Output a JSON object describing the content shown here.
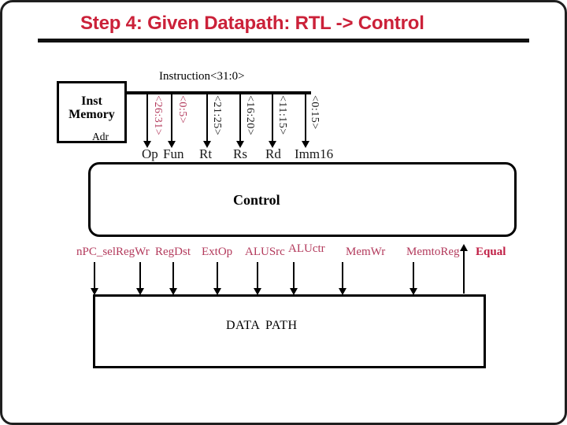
{
  "slide": {
    "title": "Step 4: Given Datapath: RTL -> Control"
  },
  "diagram": {
    "instruction_bus_label": "Instruction<31:0>",
    "inst_memory": {
      "line1": "Inst",
      "line2": "Memory",
      "port": "Adr"
    },
    "bit_fields": [
      {
        "range": "<26:31>",
        "field": "Op"
      },
      {
        "range": "<0:5>",
        "field": "Fun"
      },
      {
        "range": "<21:25>",
        "field": "Rt"
      },
      {
        "range": "<16:20>",
        "field": "Rs"
      },
      {
        "range": "<11:15>",
        "field": "Rd"
      },
      {
        "range": "<0:15>",
        "field": "Imm16"
      }
    ],
    "control_label": "Control",
    "signals": [
      "nPC_sel",
      "RegWr",
      "RegDst",
      "ExtOp",
      "ALUSrc",
      "ALUctr",
      "MemWr",
      "MemtoReg"
    ],
    "equal_label": "Equal",
    "datapath_label": "DATA PATH"
  },
  "colors": {
    "title_red": "#cb2139",
    "signal_crimson": "#b33a5c",
    "equal_red": "#c01f45",
    "ink": "#000000"
  }
}
